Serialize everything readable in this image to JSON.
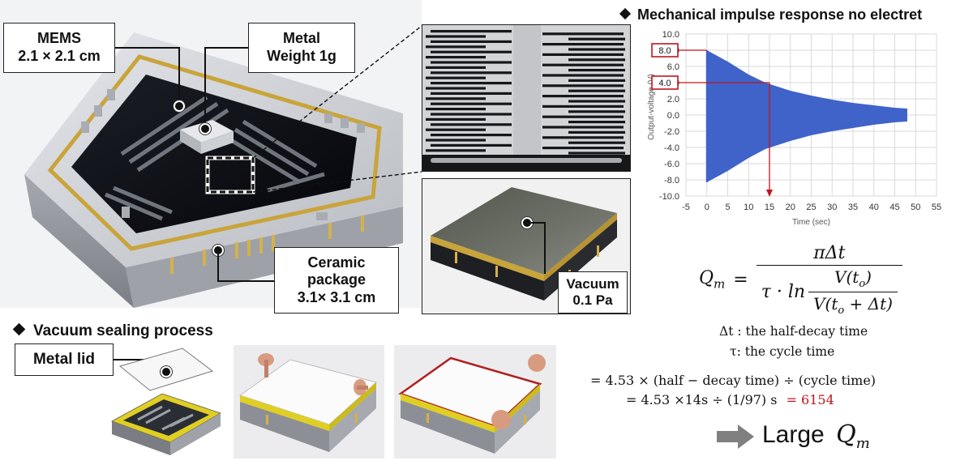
{
  "colors": {
    "accent_red": "#c0161e",
    "signal_blue": "#3f63c8",
    "sealant_yellow": "#e0cf22",
    "gold_ring": "#c9a43a",
    "ceramic_gray": "#c9cbd0",
    "arrow_gray": "#808080"
  },
  "photo": {
    "mems_label_line1": "MEMS",
    "mems_label_line2": "2.1 × 2.1 cm",
    "weight_label_line1": "Metal",
    "weight_label_line2": "Weight 1g",
    "package_label_line1": "Ceramic",
    "package_label_line2": "package",
    "package_label_line3": "3.1× 3.1 cm",
    "vacuum_label_line1": "Vacuum",
    "vacuum_label_line2": "0.1 Pa"
  },
  "sealing": {
    "title": "Vacuum sealing process",
    "lid_label": "Metal lid"
  },
  "chart": {
    "title": "Mechanical impulse response no electret",
    "highlight_top": "8.0",
    "highlight_mid": "4.0"
  },
  "chart_data": {
    "type": "area",
    "title": "Mechanical impulse response no electret",
    "xlabel": "Time (sec)",
    "ylabel": "Output-voltage (V)",
    "xlim": [
      -5,
      55
    ],
    "ylim": [
      -10,
      10
    ],
    "x_ticks": [
      "-5",
      "0",
      "5",
      "10",
      "15",
      "20",
      "25",
      "30",
      "35",
      "40",
      "45",
      "50",
      "55"
    ],
    "y_ticks": [
      "10.0",
      "8.0",
      "6.0",
      "4.0",
      "2.0",
      "0.0",
      "-2.0",
      "-4.0",
      "-6.0",
      "-8.0",
      "-10.0"
    ],
    "grid": true,
    "series": [
      {
        "x": [
          0,
          5,
          10,
          14,
          20,
          25,
          30,
          35,
          40,
          45,
          48
        ],
        "upper": [
          8.0,
          6.6,
          5.0,
          4.0,
          3.0,
          2.4,
          1.9,
          1.5,
          1.2,
          0.9,
          0.8
        ],
        "lower": [
          -8.3,
          -6.9,
          -5.3,
          -4.2,
          -3.2,
          -2.5,
          -2.0,
          -1.6,
          -1.2,
          -0.9,
          -0.8
        ]
      }
    ],
    "marker_x": 15
  },
  "formula": {
    "lhs": "Q",
    "lhs_sub": "m",
    "numerator": "πΔt",
    "den_prefix": "τ · ln",
    "den_num": "V(t",
    "den_num_sub": "o",
    "den_num_end": ")",
    "den_den": "V(t",
    "den_den_sub": "o",
    "den_den_end": " + Δt)",
    "def_dt": "Δt : the half-decay time",
    "def_tau": "τ: the cycle time",
    "eq1": "= 4.53 × (half − decay time) ÷ (cycle time)",
    "eq2_prefix": "= 4.53 ×14s ÷ (1/97) s",
    "eq2_result": "= 6154",
    "conclusion": "Large",
    "conclusion_q": "Q",
    "conclusion_sub": "m"
  }
}
